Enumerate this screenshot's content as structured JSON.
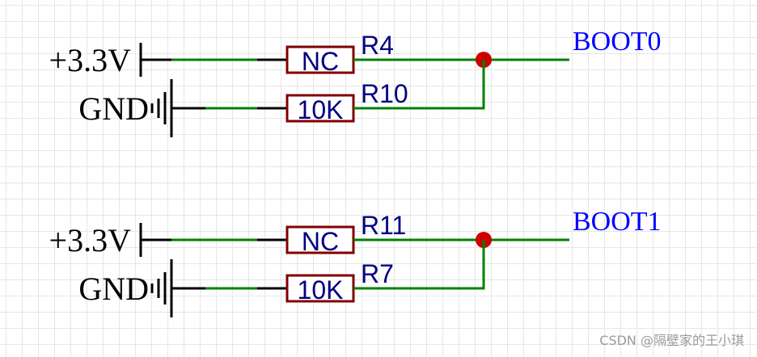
{
  "colors": {
    "wire": "#008000",
    "lead": "#000000",
    "resistor_body": "#800000",
    "component_text": "#000080",
    "net_label": "#0000ff",
    "junction": "#cc0000"
  },
  "groups": [
    {
      "net": "BOOT0",
      "top": {
        "power": "+3.3V",
        "ref": "R4",
        "value": "NC"
      },
      "bottom": {
        "power": "GND",
        "ref": "R10",
        "value": "10K"
      }
    },
    {
      "net": "BOOT1",
      "top": {
        "power": "+3.3V",
        "ref": "R11",
        "value": "NC"
      },
      "bottom": {
        "power": "GND",
        "ref": "R7",
        "value": "10K"
      }
    }
  ],
  "watermark": "CSDN @隔壁家的王小琪"
}
